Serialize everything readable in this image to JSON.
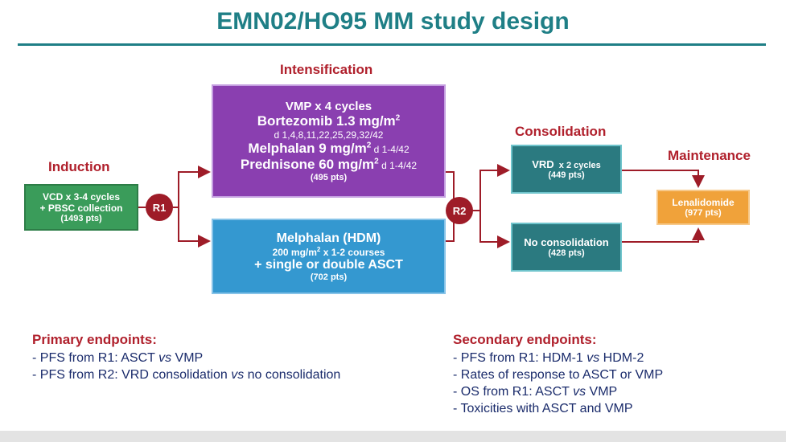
{
  "title": "EMN02/HO95 MM study design",
  "stages": {
    "induction": "Induction",
    "intensification": "Intensification",
    "consolidation": "Consolidation",
    "maintenance": "Maintenance"
  },
  "randomizations": {
    "r1": "R1",
    "r2": "R2"
  },
  "induction_box": {
    "line1": "VCD x 3-4 cycles",
    "line2": "+ PBSC collection",
    "line3": "(1493 pts)"
  },
  "vmp_box": {
    "line1": "VMP x 4 cycles",
    "line2_main": "Bortezomib 1.3 mg/m",
    "line2_sup": "2",
    "line3": "d 1,4,8,11,22,25,29,32/42",
    "line4_main": "Melphalan 9 mg/m",
    "line4_sup": "2",
    "line4_tail": " d 1-4/42",
    "line5_main": "Prednisone 60 mg/m",
    "line5_sup": "2",
    "line5_tail": " d 1-4/42",
    "line6": "(495 pts)"
  },
  "hdm_box": {
    "line1": "Melphalan (HDM)",
    "line2_main": "200 mg/m",
    "line2_sup": "2",
    "line2_tail": " x 1-2 courses",
    "line3": "+ single or double ASCT",
    "line4": "(702 pts)"
  },
  "vrd_box": {
    "line1_main": "VRD",
    "line1_tail": "  x 2 cycles",
    "line2": "(449 pts)"
  },
  "nocons_box": {
    "line1": "No consolidation",
    "line2": "(428 pts)"
  },
  "maint_box": {
    "line1": "Lenalidomide",
    "line2": "(977 pts)"
  },
  "primary": {
    "title": "Primary endpoints:",
    "items": [
      [
        "- PFS from R1: ASCT ",
        "vs",
        " VMP"
      ],
      [
        "- PFS from R2: VRD consolidation ",
        "vs",
        " no consolidation"
      ]
    ]
  },
  "secondary": {
    "title": "Secondary endpoints:",
    "item1": [
      "- PFS from R1: HDM-1 ",
      "vs",
      " HDM-2"
    ],
    "item2": "- Rates of response to ASCT or VMP",
    "item3": [
      "- OS from R1: ASCT ",
      "vs",
      " VMP"
    ],
    "item4": "- Toxicities with ASCT and VMP"
  },
  "colors": {
    "title": "#1f7f86",
    "stage_label": "#b0202c",
    "induction": "#3a9c5a",
    "vmp": "#8a3fb0",
    "hdm": "#3498d0",
    "consolidation": "#2b7a80",
    "maintenance": "#f0a23a",
    "randomization": "#9e1c28",
    "arrow": "#9e1c28",
    "endpoint_text": "#1a2b6b"
  }
}
